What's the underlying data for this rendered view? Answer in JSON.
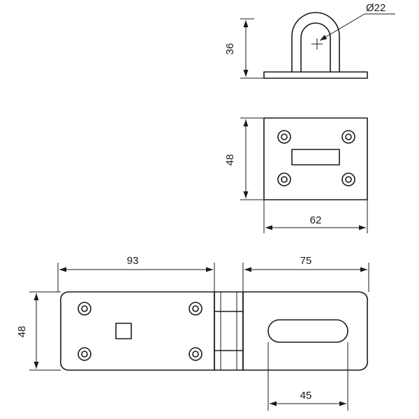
{
  "dimensions": {
    "staple_diameter": "Ø22",
    "staple_height": "36",
    "plate_height": "48",
    "plate_width": "62",
    "hasp_left_width": "93",
    "hasp_right_width": "75",
    "hasp_height": "48",
    "slot_width": "45"
  },
  "colors": {
    "ink": "#1a1a1a",
    "background": "#ffffff"
  }
}
